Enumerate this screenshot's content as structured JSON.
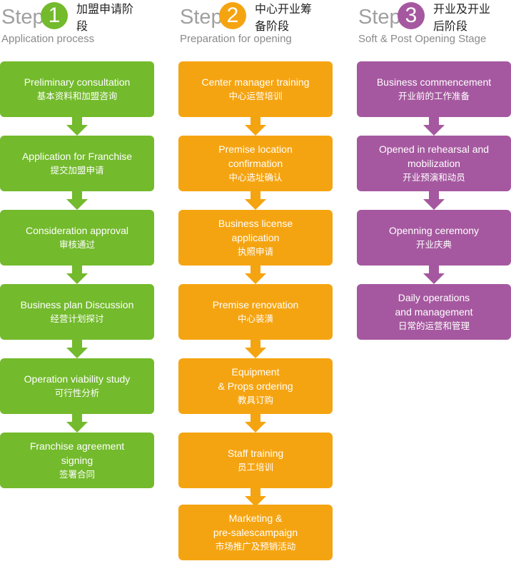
{
  "colors": {
    "green": "#73ba2c",
    "orange": "#f5a411",
    "purple": "#a5589f",
    "step_word": "#a0a0a0"
  },
  "stages": [
    {
      "step_word": "Step",
      "number": "1",
      "title_cn": "加盟申请阶段",
      "title_en": "Application process",
      "items": [
        {
          "en": "Preliminary consultation",
          "cn": "基本资料和加盟咨询"
        },
        {
          "en": "Application for Franchise",
          "cn": "提交加盟申请"
        },
        {
          "en": "Consideration approval",
          "cn": "审核通过"
        },
        {
          "en": "Business plan Discussion",
          "cn": "经营计划探讨"
        },
        {
          "en": "Operation viability study",
          "cn": "可行性分析"
        },
        {
          "en": "Franchise agreement\nsigning",
          "cn": "签署合同"
        }
      ]
    },
    {
      "step_word": "Step",
      "number": "2",
      "title_cn": "中心开业筹备阶段",
      "title_en": "Preparation for opening",
      "items": [
        {
          "en": "Center manager training",
          "cn": "中心运营培训"
        },
        {
          "en": "Premise location\nconfirmation",
          "cn": "中心选址确认"
        },
        {
          "en": "Business license\napplication",
          "cn": "执照申请"
        },
        {
          "en": "Premise renovation",
          "cn": "中心装潢"
        },
        {
          "en": "Equipment\n& Props ordering",
          "cn": "教具订购"
        },
        {
          "en": "Staff training",
          "cn": "员工培训"
        },
        {
          "en": "Marketing &\npre-salescampaign",
          "cn": "市场推广及预销活动"
        }
      ]
    },
    {
      "step_word": "Step",
      "number": "3",
      "title_cn": "开业及开业后阶段",
      "title_en": "Soft & Post Opening Stage",
      "items": [
        {
          "en": "Business commencement",
          "cn": "开业前的工作准备"
        },
        {
          "en": "Opened in rehearsal and\nmobilization",
          "cn": "开业预演和动员"
        },
        {
          "en": "Openning ceremony",
          "cn": "开业庆典"
        },
        {
          "en": "Daily operations\nand management",
          "cn": "日常的运营和管理"
        }
      ]
    }
  ]
}
